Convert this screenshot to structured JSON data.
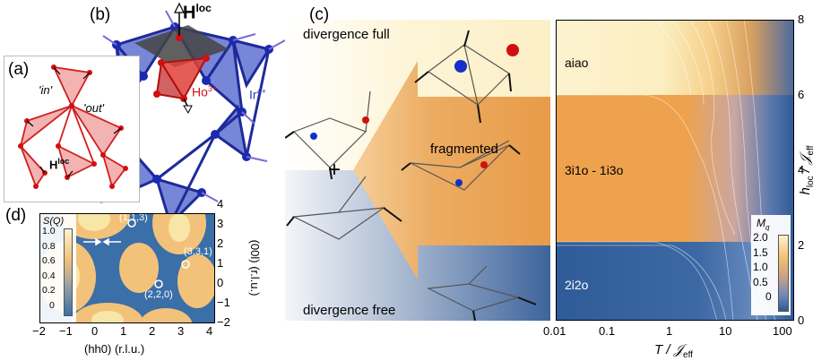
{
  "panels": {
    "a": {
      "label": "(a)",
      "in_label": "'in'",
      "out_label": "'out'",
      "hloc_label": "H",
      "hloc_sup": "loc"
    },
    "b": {
      "label": "(b)",
      "hloc_label": "H",
      "hloc_sup": "loc",
      "ho_label": "Ho",
      "ho_sup": "3+",
      "ir_label": "Ir",
      "ir_sup": "4+"
    },
    "c": {
      "label": "(c)",
      "divergence_full": "divergence full",
      "fragmented": "fragmented",
      "divergence_free": "divergence free",
      "plus": "+",
      "phase_aiao": "aiao",
      "phase_3i1o": "3i1o - 1i3o",
      "phase_2i2o": "2i2o",
      "x_axis_label": "T / 𝒥",
      "x_axis_sub": "eff",
      "y_axis_label": "h",
      "y_axis_sub": "loc",
      "y_axis_rest": " / 𝒥",
      "y_axis_rest_sub": "eff",
      "x_ticks": [
        "0.01",
        "0.1",
        "1",
        "10",
        "100"
      ],
      "y_ticks": [
        "0",
        "2",
        "4",
        "6",
        "8"
      ],
      "colorbar_title": "M",
      "colorbar_title_sub": "q",
      "colorbar_ticks": [
        "2.0",
        "1.5",
        "1.0",
        "0.5",
        "0"
      ],
      "colors": {
        "low": "#2d5a96",
        "mid": "#f0a14a",
        "high": "#fbf2c4"
      }
    },
    "d": {
      "label": "(d)",
      "colorbar_title": "S(Q)",
      "colorbar_ticks": [
        "1.0",
        "0.8",
        "0.6",
        "0.4",
        "0.2",
        "0"
      ],
      "x_axis_label": "(hh0) (r.l.u.)",
      "y_axis_label": "(00l) (r.l.u.)",
      "x_ticks": [
        "−2",
        "−1",
        "0",
        "1",
        "2",
        "3",
        "4"
      ],
      "y_ticks": [
        "4",
        "3",
        "2",
        "1",
        "0",
        "−1",
        "−2"
      ],
      "points": [
        "(1,1,3)",
        "(3,3,1)",
        "(2,2,0)"
      ]
    }
  }
}
